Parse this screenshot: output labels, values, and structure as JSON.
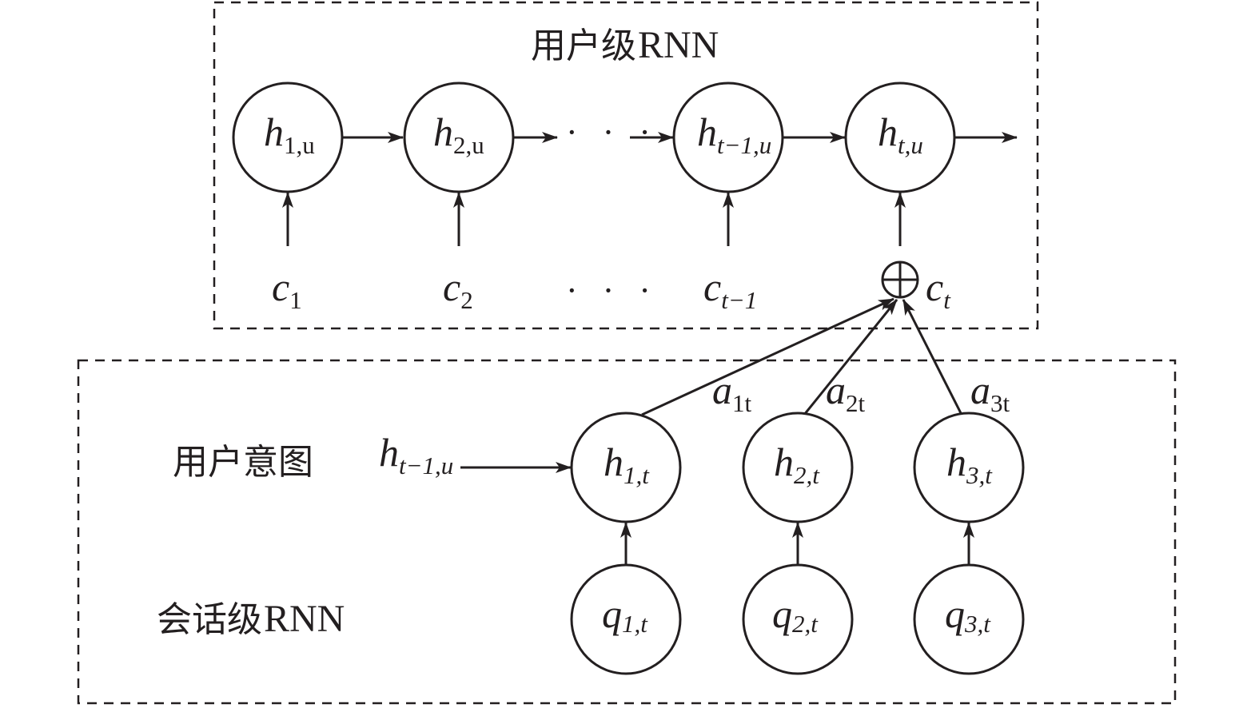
{
  "user_level": {
    "title": "用户级RNN",
    "title_cjk": "用户级",
    "title_latin": "RNN",
    "nodes": [
      {
        "var": "h",
        "sub": "1,u"
      },
      {
        "var": "h",
        "sub": "2,u"
      },
      {
        "var": "h",
        "sub": "t−1,u"
      },
      {
        "var": "h",
        "sub": "t,u"
      }
    ],
    "inputs": [
      {
        "var": "c",
        "sub": "1"
      },
      {
        "var": "c",
        "sub": "2"
      },
      {
        "var": "c",
        "sub": "t−1"
      },
      {
        "var": "c",
        "sub": "t"
      }
    ],
    "ellipsis": "· · ·",
    "combine_symbol": "⊕"
  },
  "session_level": {
    "intent_label": "用户意图",
    "rnn_label": "会话级RNN",
    "rnn_label_cjk": "会话级",
    "rnn_label_latin": "RNN",
    "prev_state": {
      "var": "h",
      "sub": "t−1,u"
    },
    "hidden_nodes": [
      {
        "var": "h",
        "sub": "1,t"
      },
      {
        "var": "h",
        "sub": "2,t"
      },
      {
        "var": "h",
        "sub": "3,t"
      }
    ],
    "query_nodes": [
      {
        "var": "q",
        "sub": "1,t"
      },
      {
        "var": "q",
        "sub": "2,t"
      },
      {
        "var": "q",
        "sub": "3,t"
      }
    ],
    "attention_weights": [
      {
        "var": "a",
        "sub": "1t"
      },
      {
        "var": "a",
        "sub": "2t"
      },
      {
        "var": "a",
        "sub": "3t"
      }
    ]
  },
  "colors": {
    "stroke": "#231f20",
    "background": "#ffffff"
  }
}
